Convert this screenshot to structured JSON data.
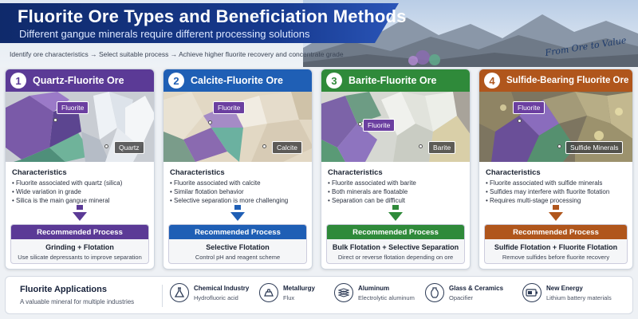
{
  "header": {
    "title": "Fluorite Ore Types and Beneficiation Methods",
    "subtitle": "Different gangue minerals require different processing solutions",
    "flow": "Identify ore characteristics → Select suitable process → Achieve higher fluorite recovery and concentrate grade",
    "slogan": "From Ore to Value"
  },
  "characteristics_label": "Characteristics",
  "recommended_label": "Recommended Process",
  "cards": [
    {
      "number": "1",
      "title": "Quartz-Fluorite Ore",
      "color": "#5b3a96",
      "fluorite_tag": "Fluorite",
      "gangue_tag": "Quartz",
      "characteristics": [
        "Fluorite associated with quartz (silica)",
        "Wide variation in grade",
        "Silica is the main gangue mineral"
      ],
      "method": "Grinding + Flotation",
      "note": "Use silicate depressants to improve separation"
    },
    {
      "number": "2",
      "title": "Calcite-Fluorite Ore",
      "color": "#1f5fb5",
      "fluorite_tag": "Fluorite",
      "gangue_tag": "Calcite",
      "characteristics": [
        "Fluorite associated with calcite",
        "Similar flotation behavior",
        "Selective separation is more challenging"
      ],
      "method": "Selective Flotation",
      "note": "Control pH and reagent scheme"
    },
    {
      "number": "3",
      "title": "Barite-Fluorite Ore",
      "color": "#2f8a3a",
      "fluorite_tag": "Fluorite",
      "gangue_tag": "Barite",
      "characteristics": [
        "Fluorite associated with barite",
        "Both minerals are floatable",
        "Separation can be difficult"
      ],
      "method": "Bulk Flotation + Selective Separation",
      "note": "Direct or reverse flotation depending on ore"
    },
    {
      "number": "4",
      "title": "Sulfide-Bearing Fluorite Ore",
      "color": "#b0561c",
      "fluorite_tag": "Fluorite",
      "gangue_tag": "Sulfide Minerals",
      "characteristics": [
        "Fluorite associated with sulfide minerals",
        "Sulfides may interfere with fluorite flotation",
        "Requires multi-stage processing"
      ],
      "method": "Sulfide Flotation + Fluorite Flotation",
      "note": "Remove sulfides before fluorite recovery"
    }
  ],
  "applications": {
    "title": "Fluorite Applications",
    "subtitle": "A valuable mineral for multiple industries",
    "items": [
      {
        "name": "Chemical Industry",
        "use": "Hydrofluoric acid",
        "icon": "flask-icon"
      },
      {
        "name": "Metallurgy",
        "use": "Flux",
        "icon": "ingot-icon"
      },
      {
        "name": "Aluminum",
        "use": "Electrolytic aluminum",
        "icon": "aluminum-bars-icon"
      },
      {
        "name": "Glass & Ceramics",
        "use": "Opacifier",
        "icon": "vase-icon"
      },
      {
        "name": "New Energy",
        "use": "Lithium battery materials",
        "icon": "battery-icon"
      }
    ]
  }
}
